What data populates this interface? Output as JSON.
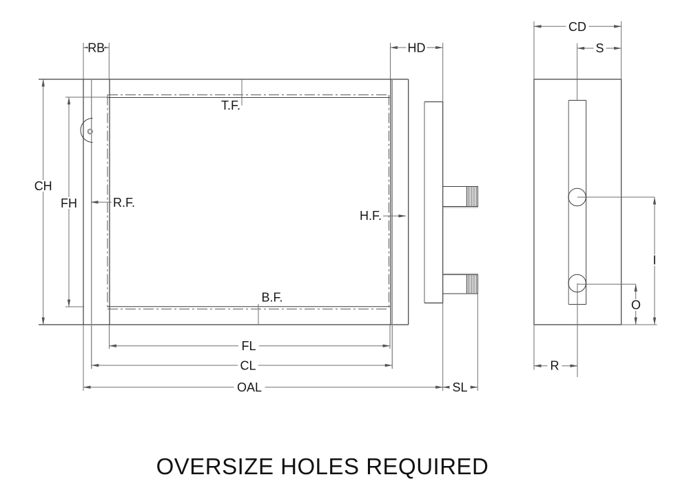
{
  "title": "OVERSIZE HOLES REQUIRED",
  "ink_color": "#3d3d3d",
  "front_view": {
    "dimensions": {
      "rb": "RB",
      "hd": "HD",
      "ch": "CH",
      "fh": "FH",
      "fl": "FL",
      "cl": "CL",
      "oal": "OAL",
      "sl": "SL"
    },
    "labels": {
      "tf": "T.F.",
      "rf": "R.F.",
      "hf": "H.F.",
      "bf": "B.F."
    }
  },
  "side_view": {
    "dimensions": {
      "cd": "CD",
      "s": "S",
      "r": "R",
      "i": "I",
      "o": "O"
    }
  }
}
